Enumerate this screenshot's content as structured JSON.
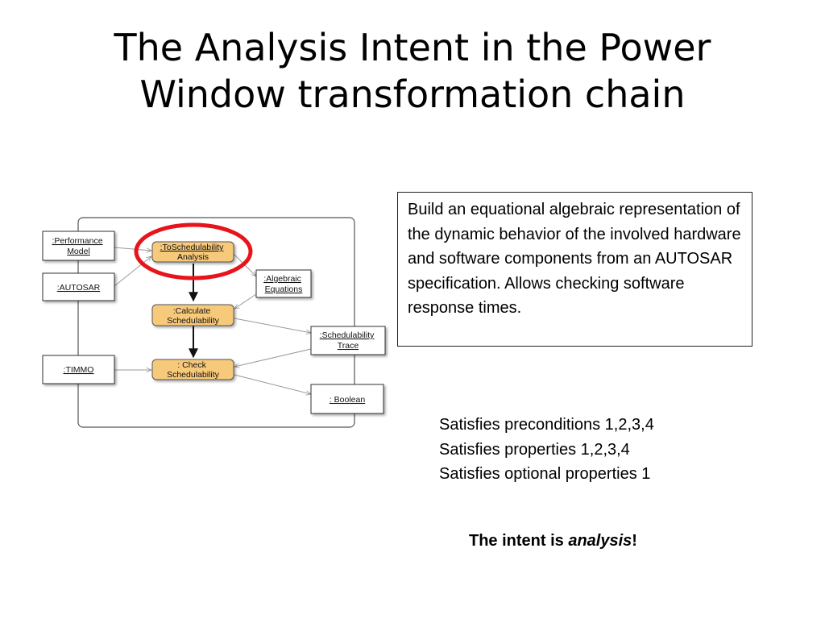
{
  "title": {
    "line1": "The Analysis Intent in the Power",
    "line2": "Window transformation chain"
  },
  "description": "Build an equational algebraic representation of the dynamic behavior of the involved hardware and software components from an AUTOSAR specification. Allows checking software response times.",
  "satisfies": [
    "Satisfies preconditions 1,2,3,4",
    "Satisfies properties 1,2,3,4",
    "Satisfies optional properties 1"
  ],
  "intent": {
    "prefix": "The intent is ",
    "emphasis": "analysis",
    "suffix": "!"
  },
  "diagram": {
    "nodes": {
      "performance_model": [
        ":Performance",
        "Model"
      ],
      "autosar": ":AUTOSAR",
      "timmo": ":TIMMO",
      "to_schedulability": [
        ":ToSchedulability",
        "Analysis"
      ],
      "algebraic_equations": [
        ":Algebraic",
        "Equations"
      ],
      "calculate_schedulability": [
        ":Calculate",
        "Schedulability"
      ],
      "schedulability_trace": [
        ":Schedulability",
        "Trace"
      ],
      "check_schedulability": [
        ": Check",
        "Schedulability"
      ],
      "boolean": ": Boolean"
    },
    "colors": {
      "process_fill": "#f7c97a",
      "highlight_ring": "#e8141b"
    }
  }
}
